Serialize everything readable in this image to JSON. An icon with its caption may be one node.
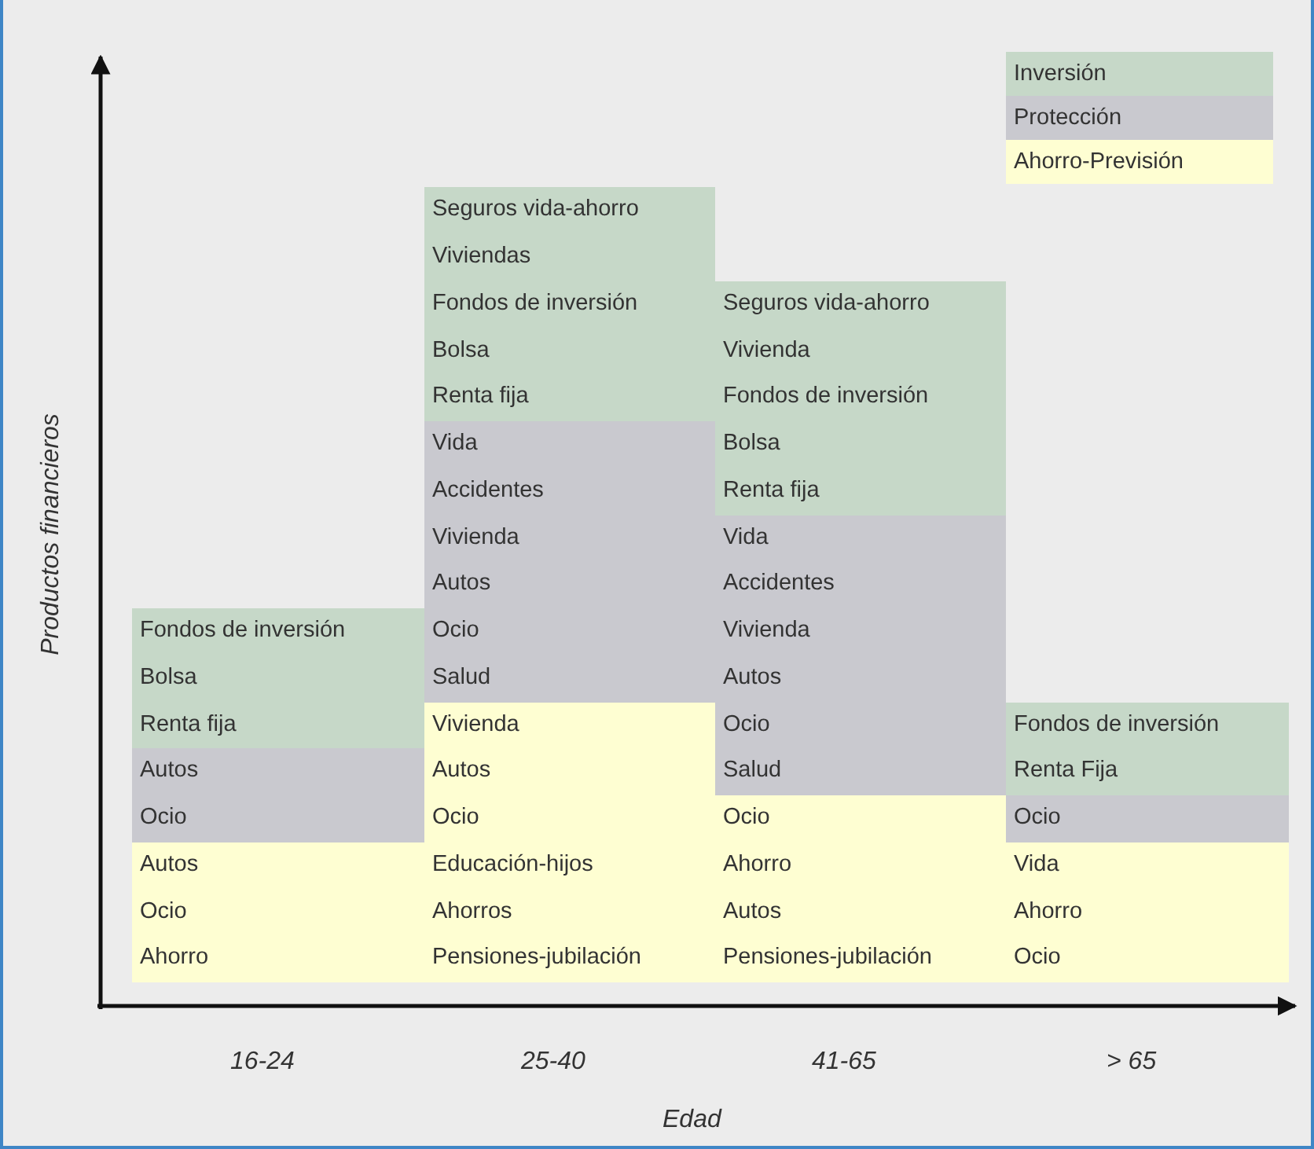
{
  "diagram": {
    "nodes": [
      {
        "text": [
          "Fondos de inversión",
          "Bolsa",
          "Renta fija"
        ]
      },
      {
        "text": [
          "Autos",
          "Ocio"
        ]
      },
      {
        "text": [
          "Autos",
          "Ocio",
          "Ahorro"
        ]
      },
      {
        "text": [
          "Seguros vida-ahorro",
          "Viviendas",
          "Fondos de inversión",
          "Bolsa",
          "Renta fija"
        ]
      },
      {
        "text": [
          "Vida",
          "Accidentes",
          "Vivienda",
          "Autos",
          "Ocio",
          "Salud"
        ]
      },
      {
        "text": [
          "Vivienda",
          "Autos",
          "Ocio",
          "Educación-hijos",
          "Ahorros",
          "Pensiones-jubilación"
        ]
      },
      {
        "text": [
          "Seguros vida-ahorro",
          "Vivienda",
          "Fondos de inversión",
          "Bolsa",
          "Renta fija"
        ]
      },
      {
        "text": [
          "Vida",
          "Accidentes",
          "Vivienda",
          "Autos",
          "Ocio",
          "Salud"
        ]
      },
      {
        "text": [
          "Ocio",
          "Ahorro",
          "Autos",
          "Pensiones-jubilación"
        ]
      },
      {
        "text": [
          "Fondos de inversión",
          "Renta Fija"
        ]
      },
      {
        "text": [
          "Ocio"
        ]
      },
      {
        "text": [
          "Vida",
          "Ahorro",
          "Ocio"
        ]
      }
    ],
    "labels": [
      "Productos financieros",
      "16-24",
      "25-40",
      "41-65",
      "> 65",
      "Edad"
    ],
    "legend": [
      {
        "text": "Inversión",
        "color": "#c6d8c8"
      },
      {
        "text": "Protección",
        "color": "#c9c9cf"
      },
      {
        "text": "Ahorro-Previsión",
        "color": "#fefed2"
      }
    ]
  }
}
